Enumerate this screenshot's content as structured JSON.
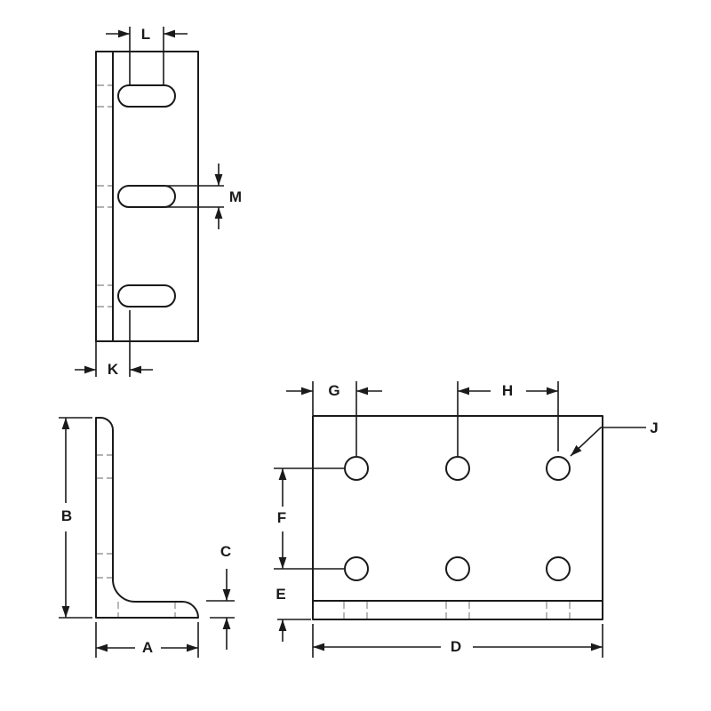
{
  "colors": {
    "line": "#1a1a1a",
    "hidden_line": "#999999",
    "background": "#ffffff"
  },
  "views": {
    "edge": {
      "description": "edge view of bracket leg with three slots",
      "dims": {
        "L": "L",
        "M": "M",
        "K": "K"
      }
    },
    "side": {
      "description": "L-shaped profile side view",
      "dims": {
        "B": "B",
        "C": "C",
        "A": "A"
      }
    },
    "face": {
      "description": "face view plate with six holes in two rows of three",
      "dims": {
        "G": "G",
        "H": "H",
        "J": "J",
        "F": "F",
        "E": "E",
        "D": "D"
      }
    }
  }
}
